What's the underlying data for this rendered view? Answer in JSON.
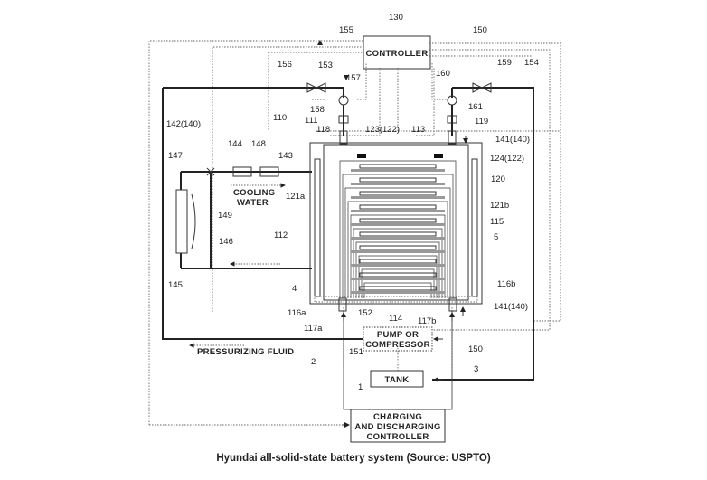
{
  "figure": {
    "caption": "Hyundai all-solid-state battery system (Source: USPTO)",
    "boxes": {
      "controller": "CONTROLLER",
      "pump": [
        "PUMP OR",
        "COMPRESSOR"
      ],
      "tank": "TANK",
      "charging": [
        "CHARGING",
        "AND DISCHARGING",
        "CONTROLLER"
      ]
    },
    "flow_labels": {
      "cooling": [
        "COOLING",
        "WATER"
      ],
      "pressurizing": "PRESSURIZING FLUID"
    },
    "labels": {
      "l130": "130",
      "l155": "155",
      "l150_top": "150",
      "l156": "156",
      "l153": "153",
      "l157": "157",
      "l160": "160",
      "l159": "159",
      "l154": "154",
      "l158": "158",
      "l161": "161",
      "l110": "110",
      "l111": "111",
      "l118": "118",
      "l123": "123(122)",
      "l113": "113",
      "l119": "119",
      "l141_top": "141(140)",
      "l142": "142(140)",
      "l147": "147",
      "l144": "144",
      "l148": "148",
      "l143": "143",
      "l124": "124(122)",
      "l120": "120",
      "l121a": "121a",
      "l121b": "121b",
      "l149": "149",
      "l115": "115",
      "l146": "146",
      "l112": "112",
      "l5": "5",
      "l145": "145",
      "l4": "4",
      "l116b": "116b",
      "l116a": "116a",
      "l141_bot": "141(140)",
      "l117a": "117a",
      "l152": "152",
      "l114": "114",
      "l117b": "117b",
      "l151": "151",
      "l150_bot": "150",
      "l2": "2",
      "l3": "3",
      "l1": "1"
    }
  }
}
